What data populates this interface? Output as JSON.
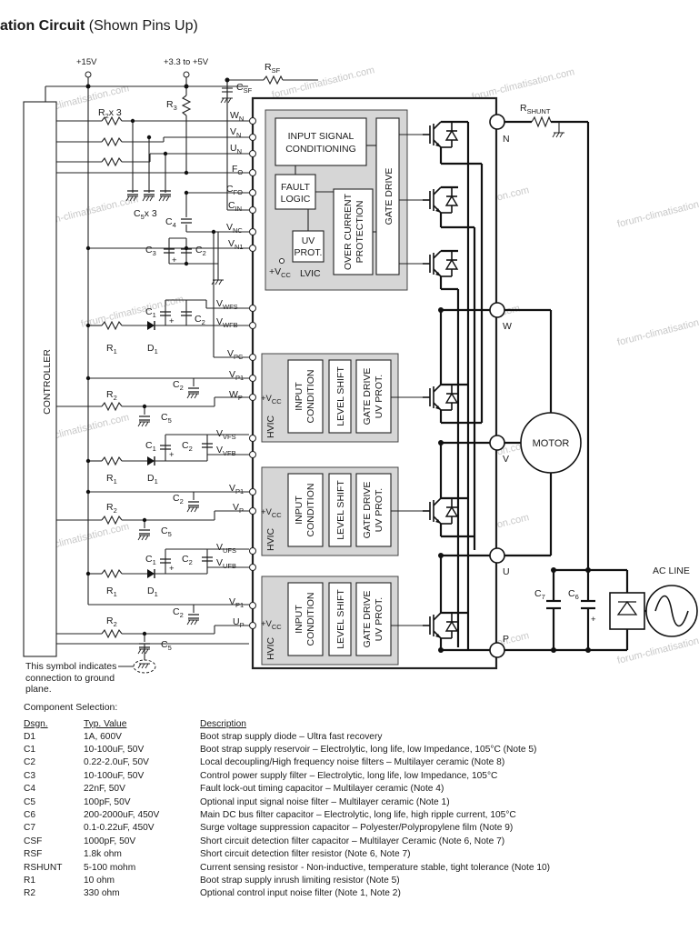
{
  "title": {
    "bold": "ation Circuit",
    "rest": " (Shown Pins Up)"
  },
  "watermark": "forum-climatisation.com",
  "supply": {
    "v15": "+15V",
    "v33": "+3.3 to +5V"
  },
  "controller": "CONTROLLER",
  "pins": {
    "wn": [
      "W",
      "N"
    ],
    "vn": [
      "V",
      "N"
    ],
    "un": [
      "U",
      "N"
    ],
    "fo": [
      "F",
      "O"
    ],
    "cfo": [
      "C",
      "FO"
    ],
    "cin": [
      "C",
      "IN"
    ],
    "vnc": [
      "V",
      "NC"
    ],
    "vn1": [
      "V",
      "N1"
    ],
    "vwfs": [
      "V",
      "WFS"
    ],
    "vwfb": [
      "V",
      "WFB"
    ],
    "vpc": [
      "V",
      "PC"
    ],
    "vp1": [
      "V",
      "P1"
    ],
    "wp": [
      "W",
      "P"
    ],
    "vvfs": [
      "V",
      "VFS"
    ],
    "vvfb": [
      "V",
      "VFB"
    ],
    "vp": [
      "V",
      "P"
    ],
    "vufs": [
      "V",
      "UFS"
    ],
    "vufb": [
      "V",
      "UFB"
    ],
    "up": [
      "U",
      "P"
    ],
    "vcc": [
      "+V",
      "CC"
    ]
  },
  "blocks": {
    "input_signal": [
      "INPUT SIGNAL",
      "CONDITIONING"
    ],
    "fault_logic": [
      "FAULT",
      "LOGIC"
    ],
    "over_current": [
      "OVER CURRENT",
      "PROTECTION"
    ],
    "gate_drive": "GATE DRIVE",
    "uv_prot": [
      "UV",
      "PROT."
    ],
    "lvic": "LVIC",
    "hvic": "HVIC",
    "input_condition": [
      "INPUT",
      "CONDITION"
    ],
    "level_shift": "LEVEL SHIFT",
    "gate_drive_uv": [
      "GATE DRIVE",
      "UV PROT."
    ]
  },
  "labels": {
    "r2x3": "x 3",
    "c5x3": "x 3",
    "motor": "MOTOR",
    "ac_line": "AC LINE",
    "n": "N",
    "w": "W",
    "v": "V",
    "u": "U",
    "p": "P"
  },
  "components": {
    "R": "R",
    "C": "C",
    "D": "D",
    "sf": "SF",
    "shunt": "SHUNT",
    "n1": "1",
    "n2": "2",
    "n3": "3",
    "n4": "4",
    "n5": "5",
    "n6": "6",
    "n7": "7"
  },
  "symbol_note": "This symbol indicates connection to ground plane.",
  "component_selection": {
    "heading": "Component Selection:",
    "columns": [
      "Dsgn.",
      "Typ. Value",
      "Description"
    ],
    "rows": [
      [
        "D1",
        "1A, 600V",
        "Boot strap supply diode – Ultra fast recovery"
      ],
      [
        "C1",
        "10-100uF, 50V",
        "Boot strap supply reservoir – Electrolytic, long life, low Impedance, 105°C (Note 5)"
      ],
      [
        "C2",
        "0.22-2.0uF, 50V",
        "Local decoupling/High frequency noise filters – Multilayer ceramic (Note 8)"
      ],
      [
        "C3",
        "10-100uF, 50V",
        "Control power supply filter – Electrolytic, long life, low Impedance, 105°C"
      ],
      [
        "C4",
        "22nF, 50V",
        "Fault lock-out timing capacitor – Multilayer ceramic (Note 4)"
      ],
      [
        "C5",
        "100pF, 50V",
        "Optional input signal noise filter – Multilayer ceramic (Note 1)"
      ],
      [
        "C6",
        "200-2000uF, 450V",
        "Main DC bus filter capacitor – Electrolytic, long life, high ripple current, 105°C"
      ],
      [
        "C7",
        "0.1-0.22uF, 450V",
        "Surge voltage suppression capacitor – Polyester/Polypropylene film (Note 9)"
      ],
      [
        "CSF",
        "1000pF, 50V",
        "Short circuit detection filter capacitor – Multilayer Ceramic (Note 6, Note 7)"
      ],
      [
        "RSF",
        "1.8k ohm",
        "Short circuit detection filter resistor (Note 6, Note 7)"
      ],
      [
        "RSHUNT",
        "5-100 mohm",
        "Current sensing resistor - Non-inductive, temperature stable, tight tolerance (Note 10)"
      ],
      [
        "R1",
        "10 ohm",
        "Boot strap supply inrush limiting resistor (Note 5)"
      ],
      [
        "R2",
        "330 ohm",
        "Optional control input noise filter (Note 1, Note 2)"
      ]
    ]
  }
}
